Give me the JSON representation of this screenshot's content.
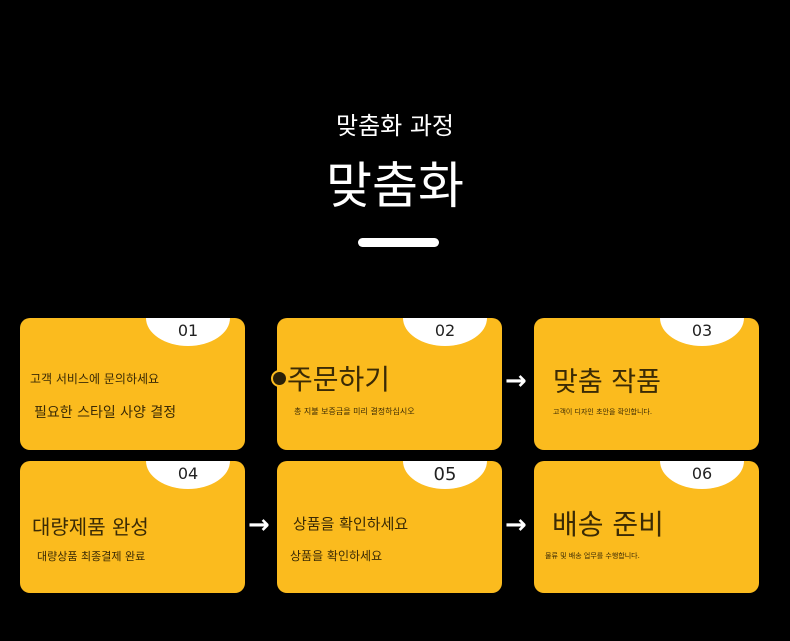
{
  "header": {
    "subtitle": "맞춤화 과정",
    "title": "맞춤화"
  },
  "steps": [
    {
      "num": "01",
      "title": "고객 서비스에 문의하세요",
      "desc": "필요한 스타일 사양 결정"
    },
    {
      "num": "02",
      "title": "주문하기",
      "desc": "총 지불 보증금을 미리 결정하십시오"
    },
    {
      "num": "03",
      "title": "맞춤 작품",
      "desc": "고객이 디자인 초안을 확인합니다."
    },
    {
      "num": "04",
      "title": "대량제품 완성",
      "desc": "대량상품 최종결제 완료"
    },
    {
      "num": "05",
      "title": "상품을 확인하세요",
      "desc": "상품을 확인하세요"
    },
    {
      "num": "06",
      "title": "배송 준비",
      "desc": "물류 및 배송 업무를 수행합니다."
    }
  ],
  "colors": {
    "card": "#FBBB1E",
    "background": "#000000"
  }
}
